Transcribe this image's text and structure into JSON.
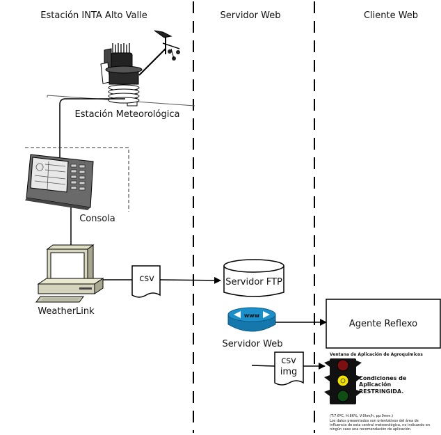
{
  "columns": {
    "station": "Estación INTA Alto Valle",
    "server": "Servidor Web",
    "client": "Cliente Web"
  },
  "labels": {
    "weather_station": "Estación Meteorológica",
    "console": "Consola",
    "weatherlink": "WeatherLink",
    "csv_doc": "csv",
    "ftp_server": "Servidor FTP",
    "web_server": "Servidor Web",
    "router_text": "www",
    "csv_img_1": "csv",
    "csv_img_2": "img",
    "agent": "Agente Reflexo"
  },
  "traffic_panel": {
    "title": "Ventana de Aplicación de Agroquímicos",
    "status_1": "Condiciones de",
    "status_2": "Aplicación",
    "status_3": "RESTRINGIDA.",
    "readings": "(T:7.6ºC, H:86%, V:0km/h, pp:0mm.)",
    "disclaimer_1": "Los datos presentados son orientativos del área de",
    "disclaimer_2": "influencia de esta central meteorológica, no indicando en",
    "disclaimer_3": "ningún caso una recomendación de aplicación."
  },
  "colors": {
    "router_blue": "#1a8fc9",
    "light_red": "#7a1010",
    "light_yellow": "#f2e200",
    "light_green": "#0f4d14"
  }
}
